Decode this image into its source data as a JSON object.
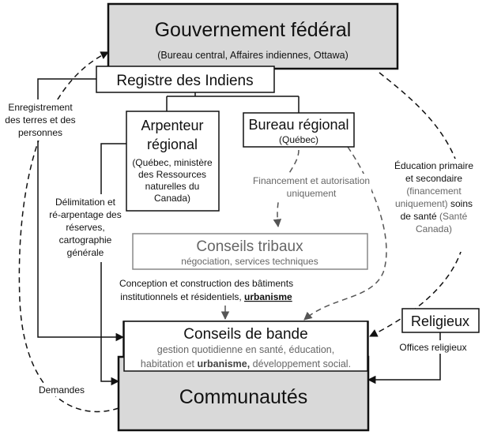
{
  "nodes": {
    "federal": {
      "title": "Gouvernement fédéral",
      "subtitle": "(Bureau central, Affaires indiennes, Ottawa)"
    },
    "registre": {
      "title": "Registre des Indiens"
    },
    "arpenteur": {
      "title_lines": [
        "Arpenteur",
        "régional"
      ],
      "detail_lines": [
        "(Québec, ministère",
        "des Ressources",
        "naturelles du",
        "Canada)"
      ]
    },
    "bureau": {
      "title": "Bureau régional",
      "subtitle": "(Québec)"
    },
    "tribaux": {
      "title": "Conseils tribaux",
      "subtitle": "négociation, services techniques"
    },
    "bande": {
      "title": "Conseils de bande",
      "line1": "gestion quotidienne en santé, éducation,",
      "line2_a": "habitation et ",
      "line2_b": "urbanisme,",
      "line2_c": " développement social."
    },
    "religieux": {
      "title": "Religieux"
    },
    "communautes": {
      "title": "Communautés"
    }
  },
  "labels": {
    "enregistrement": [
      "Enregistrement",
      "des terres et des",
      "personnes"
    ],
    "delimitation": [
      "Délimitation et",
      "ré-arpentage des",
      "réserves,",
      "cartographie",
      "générale"
    ],
    "financement": [
      "Financement et autorisation",
      "uniquement"
    ],
    "education": {
      "line1": "Éducation primaire",
      "line2": "et secondaire",
      "line3_grey": "(financement",
      "line4_grey": "uniquement)",
      "line4_black": " soins",
      "line5_black": "de santé ",
      "line5_grey": "(Santé",
      "line6_grey": "Canada)"
    },
    "conception": {
      "line1": "Conception et construction des bâtiments",
      "line2_a": "institutionnels et résidentiels, ",
      "line2_b": "urbanisme"
    },
    "offices": "Offices religieux",
    "demandes": "Demandes"
  },
  "colors": {
    "box_fill_grey": "#d9d9d9",
    "stroke": "#111111",
    "muted_text": "#666666",
    "muted_stroke": "#888888"
  }
}
